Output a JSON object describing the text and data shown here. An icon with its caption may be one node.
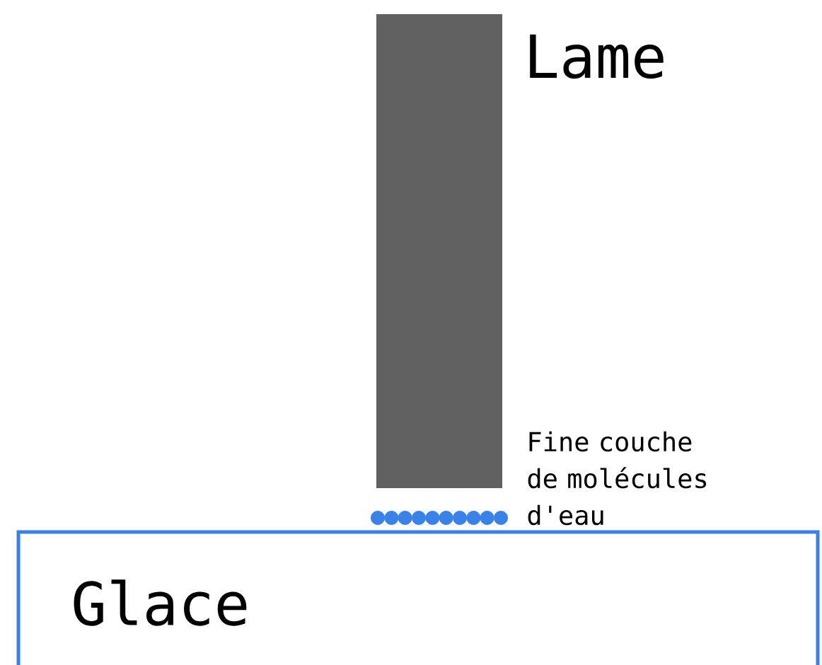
{
  "diagram": {
    "nodes": [
      {
        "text": [],
        "shape": "box",
        "beside": [
          "Lame"
        ]
      },
      {
        "text": [],
        "shape": "circle",
        "beside": [
          "Fine couche de molécules d'eau"
        ]
      },
      {
        "text": [
          "Glace"
        ]
      }
    ]
  }
}
